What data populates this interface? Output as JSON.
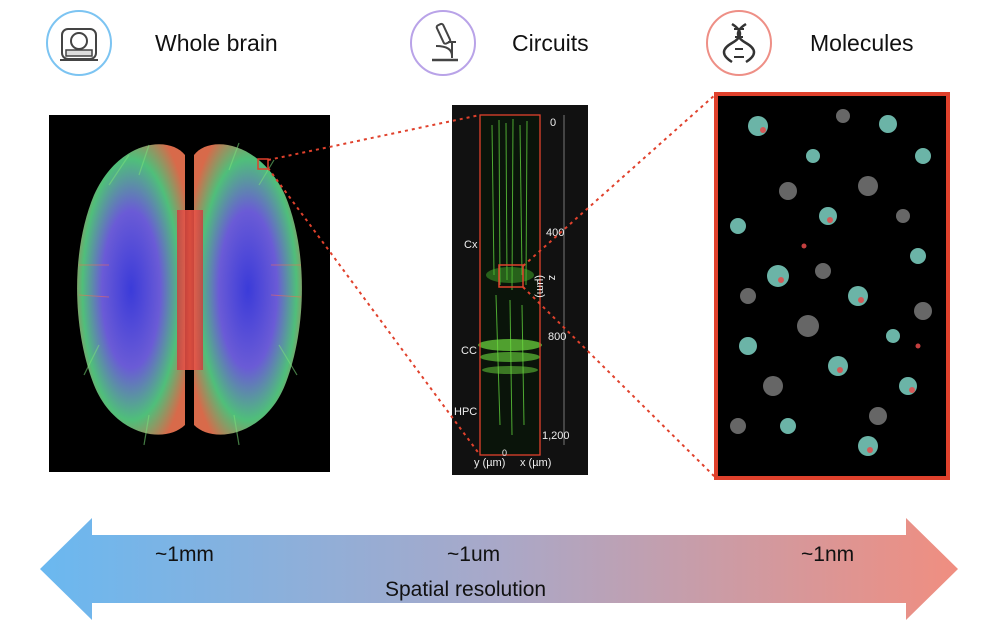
{
  "columns": [
    {
      "title": "Whole brain",
      "icon": "mri-scanner-icon",
      "ring_color": "#7cc4f2"
    },
    {
      "title": "Circuits",
      "icon": "microscope-icon",
      "ring_color": "#b9a3e8"
    },
    {
      "title": "Molecules",
      "icon": "dna-icon",
      "ring_color": "#ee8f86"
    }
  ],
  "circuit_panel": {
    "regions": [
      "Cx",
      "CC",
      "HPC"
    ],
    "z_ticks": [
      "0",
      "400",
      "800",
      "1,200"
    ],
    "z_axis_label": "z (µm)",
    "y_axis_label": "y (µm)",
    "x_axis_label": "x (µm)",
    "origin_label": "0"
  },
  "resolution_bar": {
    "labels": [
      "~1mm",
      "~1um",
      "~1nm"
    ],
    "caption": "Spatial resolution",
    "gradient": [
      "#6ab8f0",
      "#a9a8c8",
      "#f08e80"
    ]
  },
  "colors": {
    "zoom_box": "#e0412c"
  }
}
